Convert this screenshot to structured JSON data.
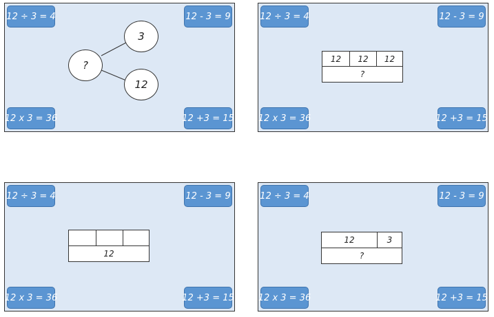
{
  "chips": {
    "division": "12 ÷ 3 = 4",
    "subtraction": "12 - 3 = 9",
    "multiplication": "12 x 3 = 36",
    "addition": "12 +3 = 15"
  },
  "panel1": {
    "whole": "?",
    "part_a": "3",
    "part_b": "12"
  },
  "panel2": {
    "parts": [
      "12",
      "12",
      "12"
    ],
    "whole": "?"
  },
  "panel3": {
    "parts": [
      "",
      "",
      ""
    ],
    "whole": "12"
  },
  "panel4": {
    "parts": [
      "12",
      "3"
    ],
    "whole": "?"
  },
  "colors": {
    "panel_bg": "#dde8f5",
    "chip_bg": "#5b95d2",
    "border": "#333333"
  }
}
